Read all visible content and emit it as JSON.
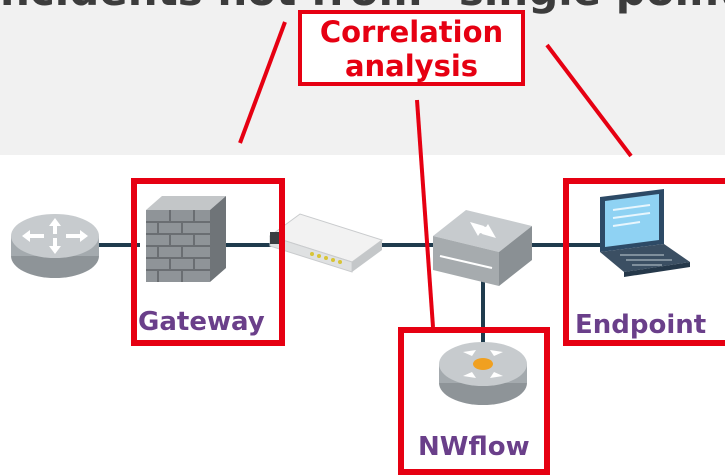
{
  "header": {
    "title": "ncidents not from \"single point\""
  },
  "callout": {
    "line1": "Correlation",
    "line2": "analysis"
  },
  "nodes": {
    "gateway": "Gateway",
    "endpoint": "Endpoint",
    "nwflow": "NWflow"
  },
  "colors": {
    "highlight": "#e60012",
    "label": "#6a3f8a",
    "link": "#1f3b4d"
  },
  "icons": [
    "router-icon",
    "firewall-icon",
    "modem-icon",
    "switch-icon",
    "laptop-icon",
    "flow-router-icon"
  ]
}
